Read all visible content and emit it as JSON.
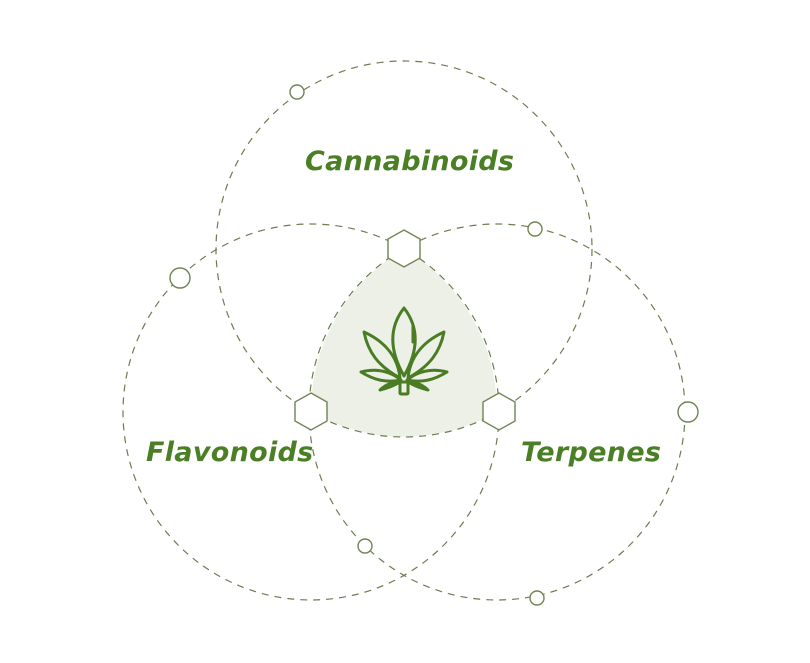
{
  "diagram": {
    "labels": {
      "cannabinoids": "Cannabinoids",
      "flavonoids": "Flavonoids",
      "terpenes": "Terpenes"
    },
    "colors": {
      "label_text": "#4b7f25",
      "dashed_ring": "#6b7d4e",
      "nodes": "#6f8452",
      "center_fill": "#ecf0e6",
      "leaf_icon": "#4a7c24",
      "background": "#ffffff"
    },
    "icons": {
      "center": "cannabis-leaf-icon",
      "intersection_markers": "hexagon",
      "orbit_markers": "circle"
    }
  }
}
